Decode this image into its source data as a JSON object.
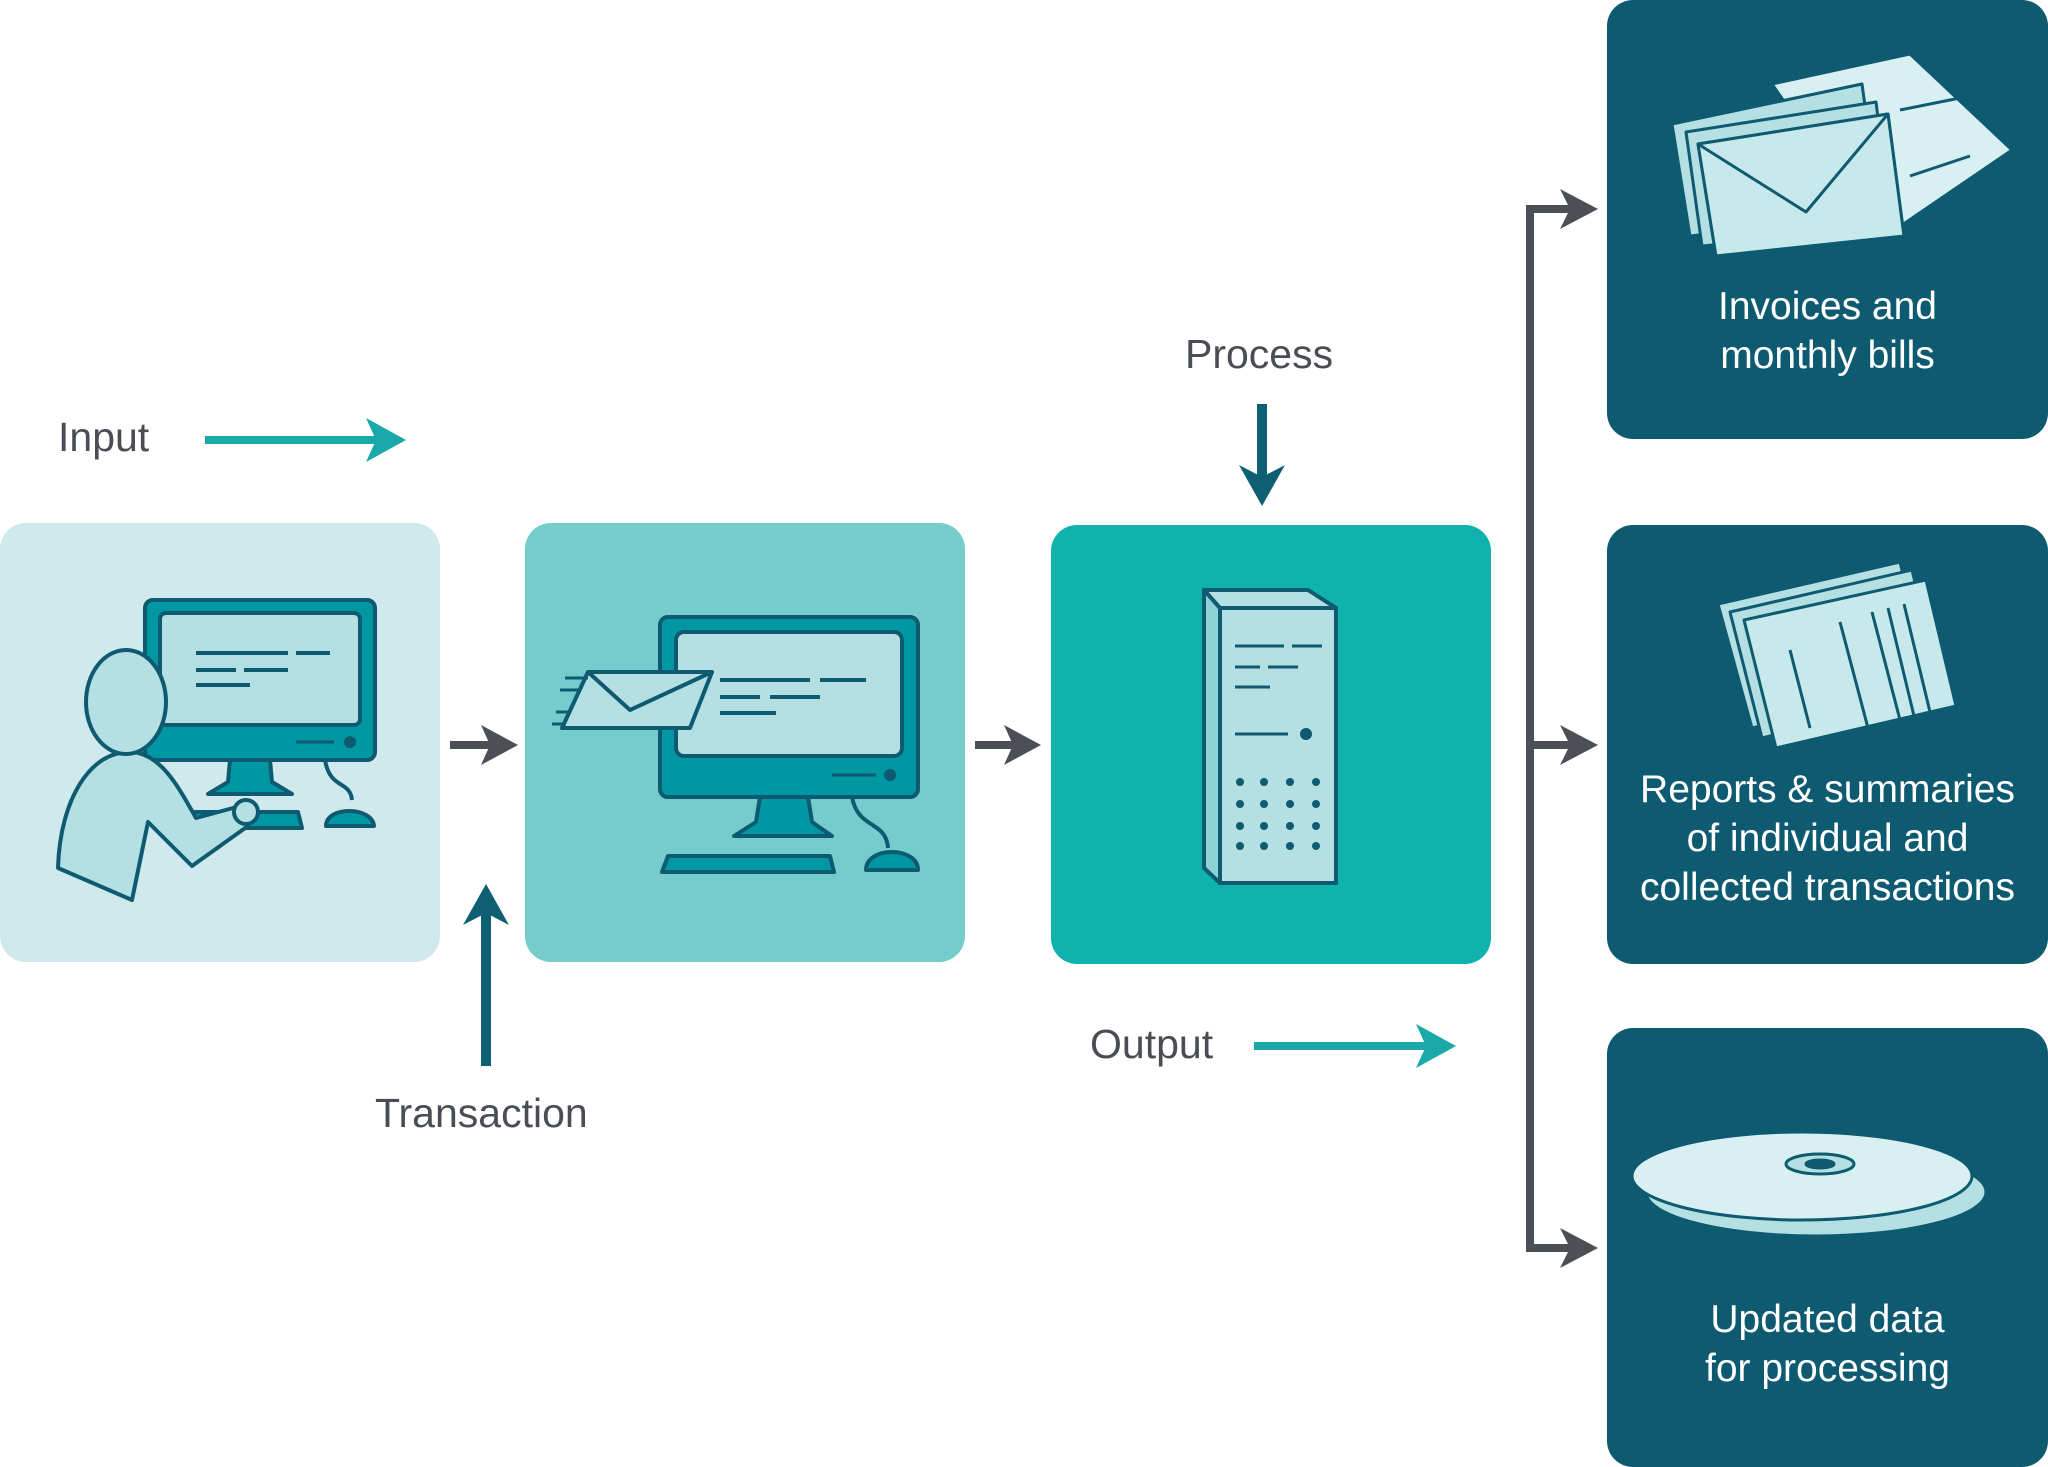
{
  "labels": {
    "input": "Input",
    "transaction": "Transaction",
    "process": "Process",
    "output": "Output"
  },
  "outputs": [
    {
      "line1": "Invoices and",
      "line2": "monthly bills",
      "icon": "envelopes-icon"
    },
    {
      "line1": "Reports & summaries",
      "line2": "of individual and",
      "line3": "collected transactions",
      "icon": "reports-icon"
    },
    {
      "line1": "Updated data",
      "line2": "for processing",
      "icon": "discs-icon"
    }
  ],
  "colors": {
    "stage1": "#cfe9ec",
    "stage2": "#74cccc",
    "stage3": "#10b2ae",
    "output_box": "#0e5a70",
    "teal_arrow": "#1aa8a8",
    "dark_arrow": "#0f5f72",
    "grey_arrow": "#4c4f55",
    "label_text": "#4a4e54"
  }
}
